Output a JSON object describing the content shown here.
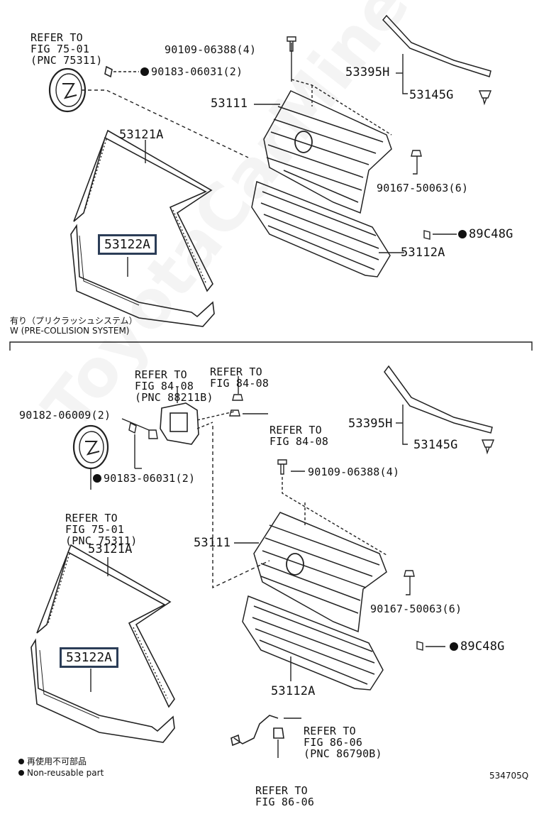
{
  "watermark": "ToyotaCarMine.ru",
  "top": {
    "refer_emblem": [
      "REFER TO",
      "FIG 75-01",
      "(PNC 75311)"
    ],
    "p_90109": "90109-06388(4)",
    "p_90183": "90183-06031(2)",
    "p_53395h": "53395H",
    "p_53145g": "53145G",
    "p_53111": "53111",
    "p_53121a": "53121A",
    "p_90167": "90167-50063(6)",
    "p_89c48g": "89C48G",
    "p_53122a": "53122A",
    "p_53112a": "53112A"
  },
  "divider": {
    "jp": "有り（プリクラッシュシステム）",
    "en": "W (PRE-COLLISION SYSTEM)"
  },
  "bottom": {
    "refer_88211b": [
      "REFER TO",
      "FIG 84-08",
      "(PNC 88211B)"
    ],
    "refer_84_08_a": [
      "REFER TO",
      "FIG 84-08"
    ],
    "refer_84_08_b": [
      "REFER TO",
      "FIG 84-08"
    ],
    "p_90182": "90182-06009(2)",
    "p_90183": "90183-06031(2)",
    "refer_emblem": [
      "REFER TO",
      "FIG 75-01",
      "(PNC 75311)"
    ],
    "p_53395h": "53395H",
    "p_53145g": "53145G",
    "p_90109": "90109-06388(4)",
    "p_53111": "53111",
    "p_53121a": "53121A",
    "p_90167": "90167-50063(6)",
    "p_89c48g": "89C48G",
    "p_53122a": "53122A",
    "p_53112a": "53112A",
    "refer_86790b": [
      "REFER TO",
      "FIG 86-06",
      "(PNC 86790B)"
    ],
    "refer_86_06": [
      "REFER TO",
      "FIG 86-06"
    ]
  },
  "legend": {
    "jp": "再使用不可部品",
    "en": "Non-reusable part"
  },
  "diagram_code": "534705Q"
}
